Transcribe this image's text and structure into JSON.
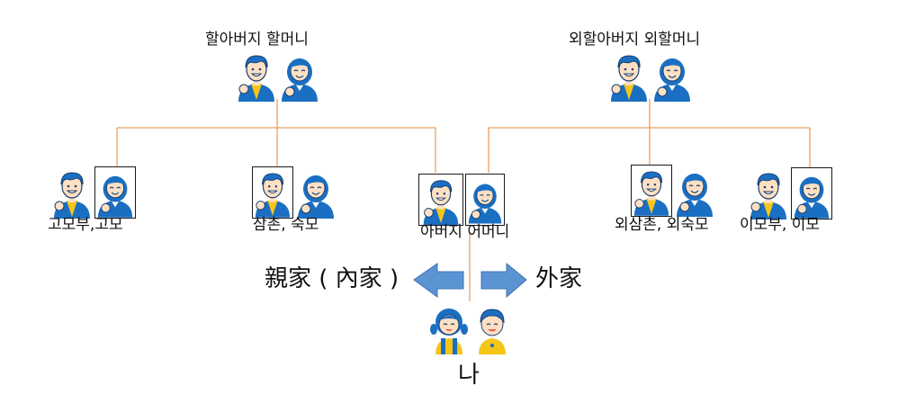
{
  "labels": {
    "paternal_grandparents": "할아버지 할머니",
    "maternal_grandparents": "외할아버지 외할머니",
    "paternal_aunt": "고모부,고모",
    "paternal_uncle": "삼촌, 숙모",
    "parents": "아버지 어머니",
    "maternal_uncle": "외삼촌, 외숙모",
    "maternal_aunt": "이모부, 이모",
    "paternal_side": "親家 ( 內家 )",
    "maternal_side": "外家",
    "me": "나"
  },
  "colors": {
    "line": "#e8a060",
    "arrow": "#5b93d3",
    "arrow_stroke": "#3d74b5",
    "figure_blue": "#1a6fc2",
    "skin": "#fde0c4",
    "yellow": "#f5c518"
  },
  "icons": {
    "man": "man-icon",
    "woman": "woman-icon",
    "child": "child-icon",
    "arrow_left": "left-arrow-icon",
    "arrow_right": "right-arrow-icon"
  }
}
